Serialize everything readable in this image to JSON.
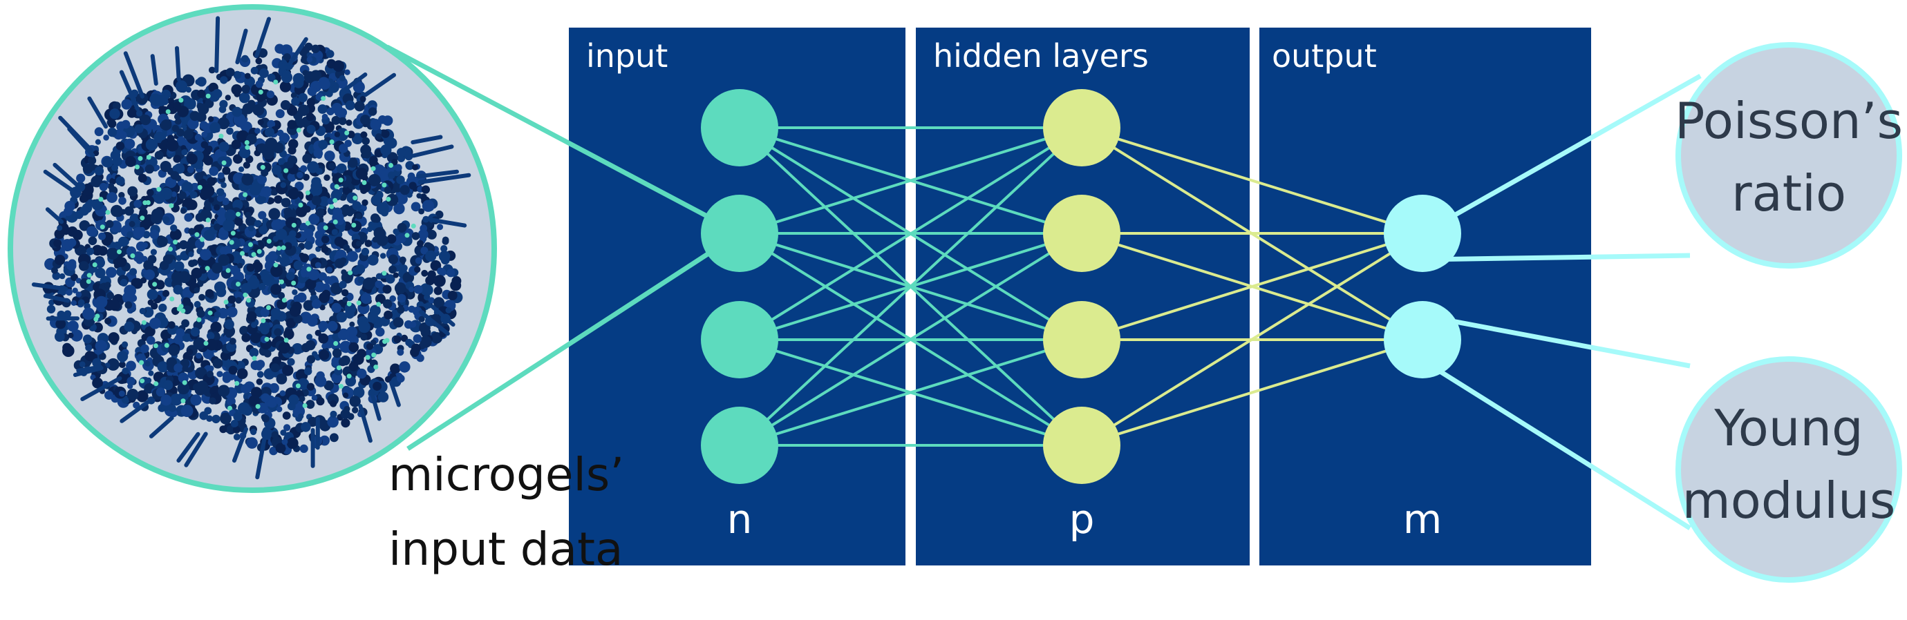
{
  "colors": {
    "panel": "#053c84",
    "input_node": "#5ddbbe",
    "hidden_node": "#dbeb8f",
    "output_node": "#a6fafa",
    "input_edge": "#5ddbbe",
    "hidden_edge": "#dbeb8f",
    "bubble_fill": "#c7d3e1",
    "microgel_ring": "#5ddbbe",
    "output_ring": "#a6fafa"
  },
  "icons": {
    "microgel": "microgel-polymer-network-icon"
  },
  "panels": {
    "input": {
      "label": "input",
      "count": "n"
    },
    "hidden": {
      "label": "hidden layers",
      "count": "p"
    },
    "output": {
      "label": "output",
      "count": "m"
    }
  },
  "network": {
    "input_nodes": 4,
    "hidden_nodes": 4,
    "output_nodes": 2
  },
  "input_caption": {
    "line1": "microgels’",
    "line2": "input data"
  },
  "outputs": {
    "poisson": {
      "line1": "Poisson’s",
      "line2": "ratio"
    },
    "young": {
      "line1": "Young",
      "line2": "modulus"
    }
  }
}
